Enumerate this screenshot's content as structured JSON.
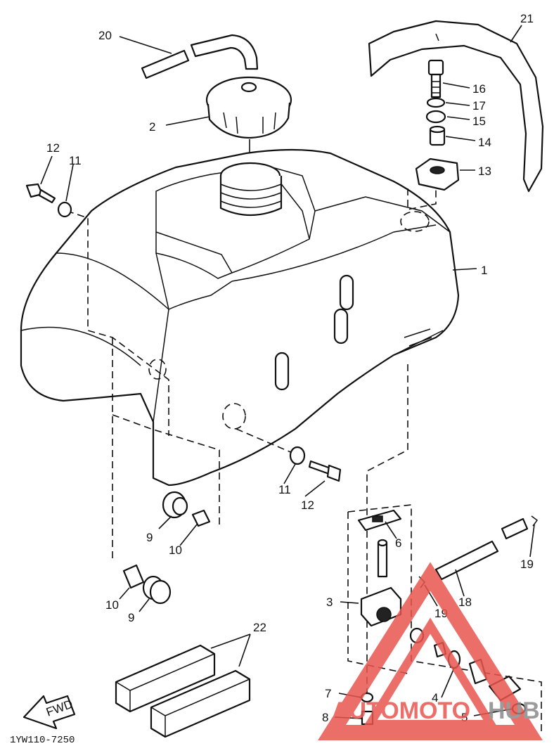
{
  "diagram": {
    "part_labels": {
      "p1": "1",
      "p2": "2",
      "p3": "3",
      "p4": "4",
      "p5": "5",
      "p6": "6",
      "p7": "7",
      "p8": "8",
      "p9a": "9",
      "p9b": "9",
      "p10a": "10",
      "p10b": "10",
      "p11a": "11",
      "p11b": "11",
      "p12a": "12",
      "p12b": "12",
      "p13": "13",
      "p14": "14",
      "p15": "15",
      "p16": "16",
      "p17": "17",
      "p18": "18",
      "p19a": "19",
      "p19b": "19",
      "p20": "20",
      "p21": "21",
      "p22": "22"
    },
    "direction_arrow": "FWD",
    "diagram_code": "1YW110-7250"
  },
  "watermark": {
    "text_left": "AUTOMOTO",
    "text_right": "HUB",
    "color_primary": "#e8554f",
    "color_secondary": "#8a8a8a"
  }
}
